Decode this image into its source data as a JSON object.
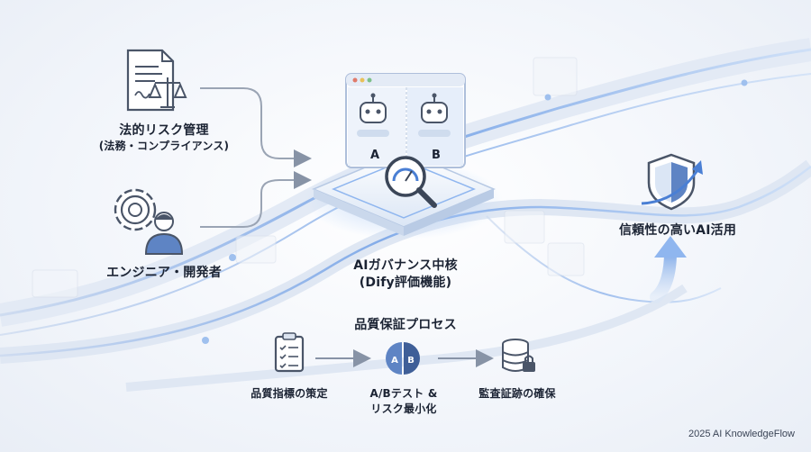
{
  "left": {
    "legal": {
      "title": "法的リスク管理",
      "subtitle": "(法務・コンプライアンス)"
    },
    "engineer": {
      "title": "エンジニア・開発者"
    }
  },
  "center": {
    "title": "AIガバナンス中核",
    "subtitle": "(Dify評価機能)",
    "panel_a": "A",
    "panel_b": "B"
  },
  "right": {
    "title": "信頼性の高いAI活用"
  },
  "process": {
    "title": "品質保証プロセス",
    "steps": [
      {
        "label": "品質指標の策定"
      },
      {
        "label_line1": "A/Bテスト &",
        "label_line2": "リスク最小化",
        "badge_a": "A",
        "badge_b": "B"
      },
      {
        "label": "監査証跡の確保"
      }
    ]
  },
  "footer": "2025 AI KnowledgeFlow",
  "colors": {
    "accent": "#4a7fd4",
    "glow": "#8fb6ef",
    "icon": "#4a5568",
    "text": "#1b2333"
  }
}
